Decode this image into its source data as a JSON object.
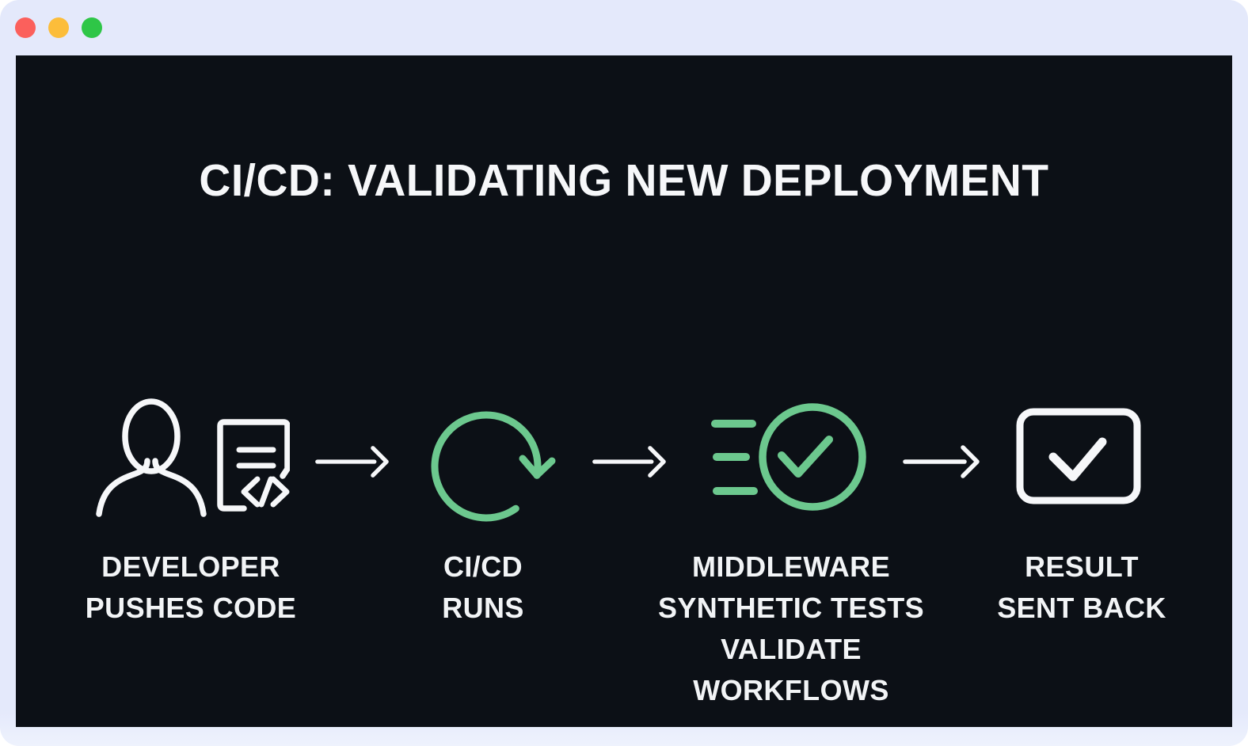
{
  "window": {
    "traffic_lights": [
      {
        "name": "close",
        "color": "#fb605c"
      },
      {
        "name": "minimize",
        "color": "#fcbd3a"
      },
      {
        "name": "zoom",
        "color": "#2ec647"
      }
    ],
    "frame_color": "#e4e9fb",
    "canvas_color": "#0c1016"
  },
  "diagram": {
    "title": "CI/CD: VALIDATING NEW DEPLOYMENT",
    "colors": {
      "accent_green": "#6cc88e",
      "stroke_white": "#f6f7f9",
      "label_white": "#f2f4f6"
    },
    "steps": [
      {
        "id": "developer-pushes-code",
        "icon": "developer-code-icon",
        "lines": [
          "DEVELOPER",
          "PUSHES CODE"
        ]
      },
      {
        "id": "cicd-runs",
        "icon": "refresh-cycle-icon",
        "lines": [
          "CI/CD",
          "RUNS"
        ]
      },
      {
        "id": "middleware-synthetic-tests",
        "icon": "synthetic-tests-check-icon",
        "lines": [
          "MIDDLEWARE",
          "SYNTHETIC TESTS",
          "VALIDATE",
          "WORKFLOWS"
        ]
      },
      {
        "id": "result-sent-back",
        "icon": "result-check-icon",
        "lines": [
          "RESULT",
          "SENT BACK"
        ]
      }
    ],
    "connector": "arrow-right"
  }
}
